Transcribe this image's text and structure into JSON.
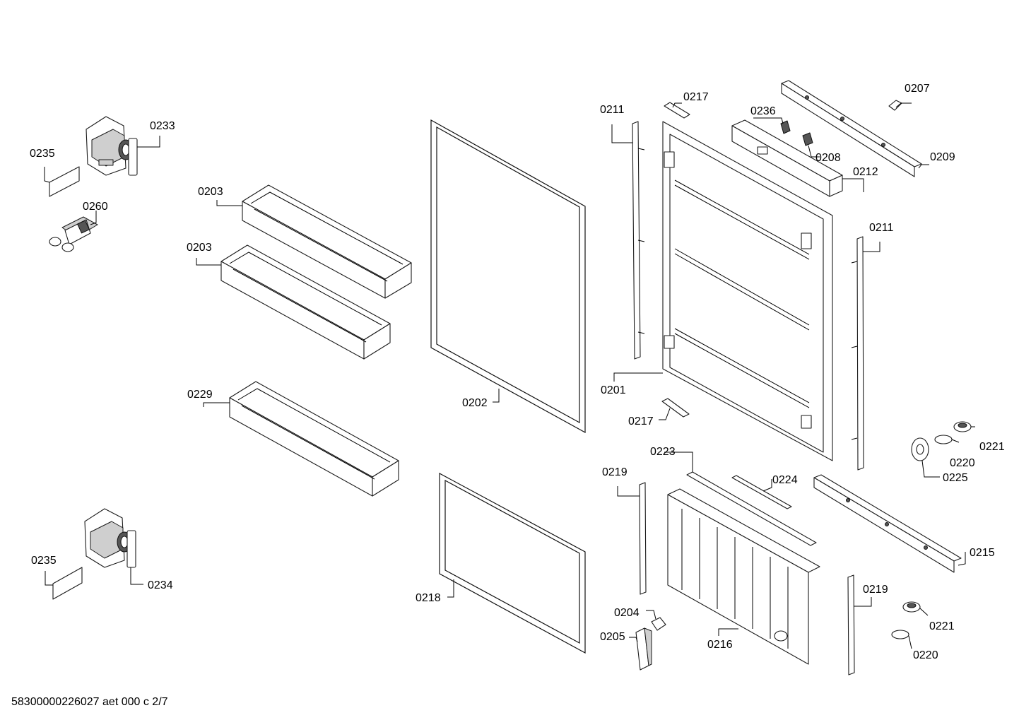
{
  "diagram": {
    "doc_code": "58300000226027 aet 000 c 2/7",
    "labels": {
      "l0207": "0207",
      "l0209": "0209",
      "l0236": "0236",
      "l0208": "0208",
      "l0212": "0212",
      "l0217a": "0217",
      "l0211a": "0211",
      "l0211b": "0211",
      "l0201": "0201",
      "l0217b": "0217",
      "l0233": "0233",
      "l0235a": "0235",
      "l0260": "0260",
      "l0203a": "0203",
      "l0203b": "0203",
      "l0229": "0229",
      "l0202": "0202",
      "l0218": "0218",
      "l0221a": "0221",
      "l0220a": "0220",
      "l0225": "0225",
      "l0223": "0223",
      "l0224": "0224",
      "l0219a": "0219",
      "l0215": "0215",
      "l0219b": "0219",
      "l0221b": "0221",
      "l0220b": "0220",
      "l0204": "0204",
      "l0205": "0205",
      "l0216": "0216",
      "l0235b": "0235",
      "l0234": "0234"
    }
  }
}
